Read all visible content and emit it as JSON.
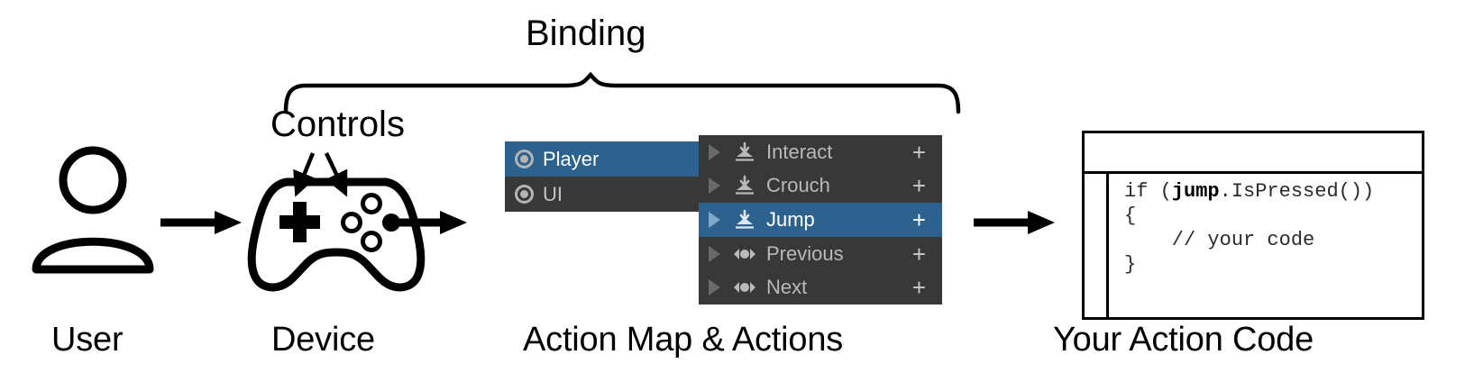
{
  "diagram": {
    "title_brace": "Binding",
    "controls_label": "Controls",
    "captions": [
      {
        "id": "user",
        "text": "User"
      },
      {
        "id": "device",
        "text": "Device"
      },
      {
        "id": "maps",
        "text": "Action Map & Actions"
      },
      {
        "id": "code",
        "text": "Your Action Code"
      }
    ]
  },
  "action_maps": {
    "rows": [
      {
        "label": "Player",
        "selected": true,
        "icon": "action-map-ring-icon"
      },
      {
        "label": "UI",
        "selected": false,
        "icon": "action-map-ring-icon"
      }
    ]
  },
  "actions": {
    "rows": [
      {
        "label": "Interact",
        "selected": false,
        "icon": "button-action-icon",
        "add": "+"
      },
      {
        "label": "Crouch",
        "selected": false,
        "icon": "button-action-icon",
        "add": "+"
      },
      {
        "label": "Jump",
        "selected": true,
        "icon": "button-action-icon",
        "add": "+"
      },
      {
        "label": "Previous",
        "selected": false,
        "icon": "axis-action-icon",
        "add": "+"
      },
      {
        "label": "Next",
        "selected": false,
        "icon": "axis-action-icon",
        "add": "+"
      }
    ]
  },
  "code_window": {
    "lines": [
      {
        "pre": "if (",
        "bold": "jump",
        "post": ".IsPressed())"
      },
      {
        "pre": "{",
        "bold": "",
        "post": ""
      },
      {
        "pre": "    // your code",
        "bold": "",
        "post": ""
      },
      {
        "pre": "}",
        "bold": "",
        "post": ""
      }
    ]
  },
  "colors": {
    "selection_blue": "#2d628f",
    "panel_dark": "#383838",
    "text_grey": "#b9b9b9",
    "ink": "#000000",
    "page_bg": "#ffffff"
  },
  "icons": {
    "user": "user-avatar-icon",
    "device": "gamepad-icon",
    "arrow": "arrow-right-icon",
    "brace": "curly-brace-icon"
  }
}
